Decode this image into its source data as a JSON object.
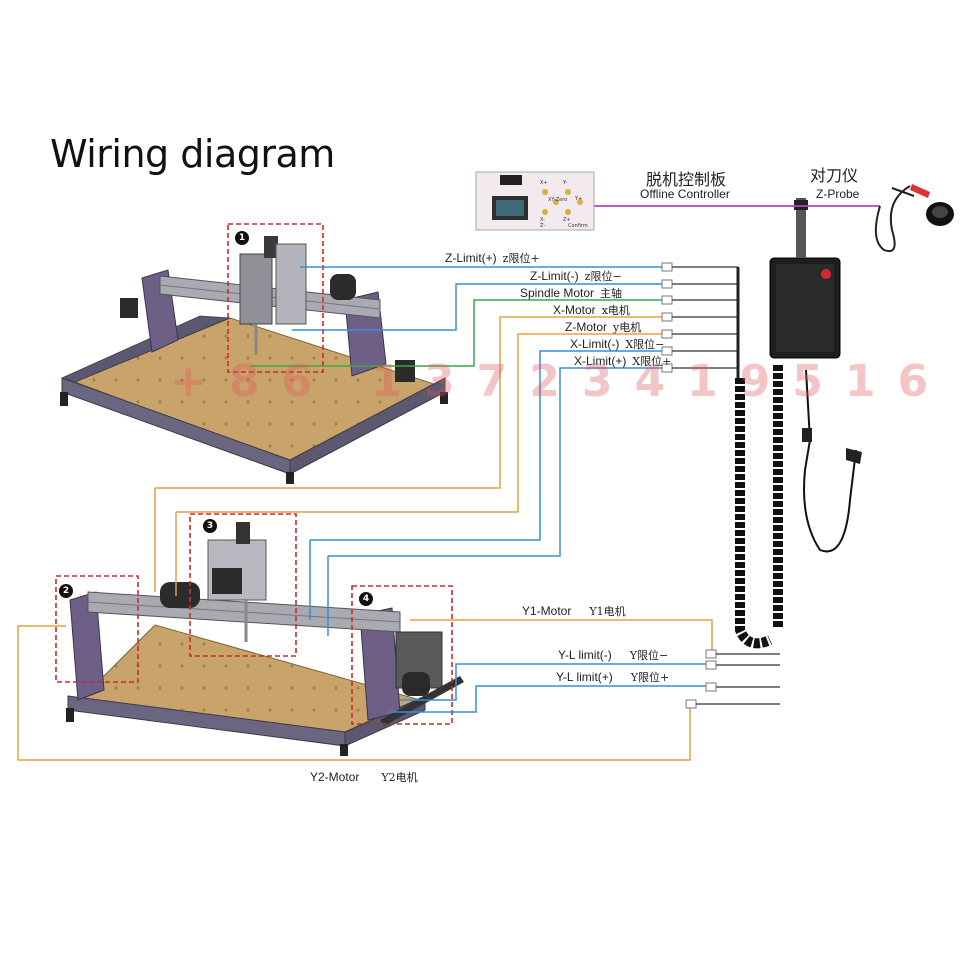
{
  "title": "Wiring diagram",
  "offline_controller": {
    "label_cn": "脱机控制板",
    "label_en": "Offline Controller"
  },
  "z_probe": {
    "label_cn": "对刀仪",
    "label_en": "Z-Probe"
  },
  "upper_wires": [
    {
      "en": "Z-Limit(+)",
      "cn": "z限位+",
      "color": "#3a8ed4"
    },
    {
      "en": "Z-Limit(-)",
      "cn": "z限位−",
      "color": "#3a8ed4"
    },
    {
      "en": "Spindle Motor",
      "cn": "主轴",
      "color": "#3aa84a"
    },
    {
      "en": "X-Motor",
      "cn": "x电机",
      "color": "#e8a040"
    },
    {
      "en": "Z-Motor",
      "cn": "y电机",
      "color": "#e8a040"
    },
    {
      "en": "X-Limit(-)",
      "cn": "X限位−",
      "color": "#3a8ed4"
    },
    {
      "en": "X-Limit(+)",
      "cn": "X限位+",
      "color": "#3a8ed4"
    }
  ],
  "lower_wires": {
    "y1_motor": {
      "en": "Y1-Motor",
      "cn": "Y1电机"
    },
    "y_limit_minus": {
      "en": "Y-L limit(-)",
      "cn": "Y限位−"
    },
    "y_limit_plus": {
      "en": "Y-L limit(+)",
      "cn": "Y限位+"
    },
    "y2_motor": {
      "en": "Y2-Motor",
      "cn": "Y2电机"
    }
  },
  "callouts": [
    "1",
    "2",
    "3",
    "4"
  ],
  "watermark": "+86 13723419516",
  "controller_screen": {
    "buttons": [
      "X+",
      "Y-",
      "XY-Zero",
      "Y+",
      "X-",
      "Z+",
      "Z-",
      "Confirm"
    ]
  },
  "colors": {
    "motor_wire": "#e8a040",
    "limit_wire": "#3a8ed4",
    "spindle_wire": "#3aa84a",
    "controller_wire": "#c040c0",
    "detail_box": "#cc2a2a",
    "frame": "#5c5870",
    "bed": "#c9a46a"
  }
}
